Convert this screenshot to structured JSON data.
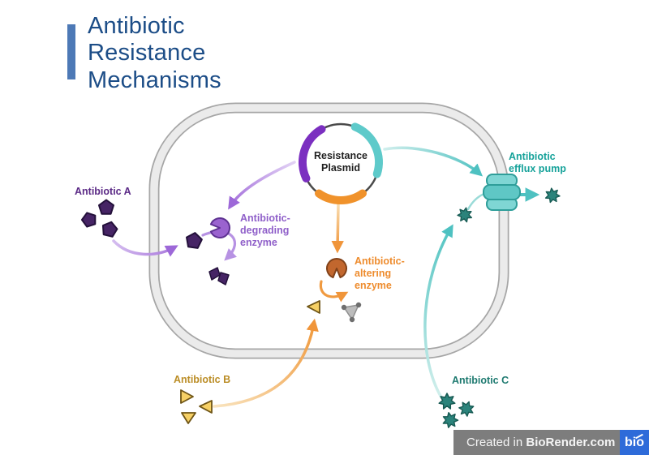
{
  "title": {
    "text": "Antibiotic Resistance Mechanisms"
  },
  "plasmid": {
    "label": "Resistance Plasmid"
  },
  "labels": {
    "antibiotic_a": "Antibiotic A",
    "antibiotic_b": "Antibiotic B",
    "antibiotic_c": "Antibiotic C",
    "degrading_enzyme": "Antibiotic-degrading enzyme",
    "altering_enzyme": "Antibiotic-altering enzyme",
    "efflux_pump": "Antibiotic efflux pump"
  },
  "shapes": {
    "antibiotic_a_molecule": "dark-purple-pentagon",
    "antibiotic_b_molecule": "yellow-triangle",
    "antibiotic_c_molecule": "teal-star",
    "degraded_antibiotic": "purple-fragments",
    "altered_antibiotic": "gray-molecule-triangle",
    "degrading_enzyme": "purple-pacman-circle",
    "altering_enzyme": "orange-pacman-circle",
    "efflux_pump": "teal-membrane-barrel",
    "cell": "gray-rounded-membrane",
    "plasmid": "circle-with-purple-teal-orange-gene-arcs"
  },
  "colors": {
    "title_text": "#1c4d87",
    "title_bar": "#4d79b6",
    "purple_mechanism": "#8f5fc9",
    "orange_mechanism": "#ee8c2e",
    "teal_mechanism": "#16a29a",
    "antibiotic_a_label": "#5b2a86",
    "antibiotic_b_label": "#bb8d26",
    "antibiotic_c_label": "#1e7a70",
    "membrane": "#a6a6a6",
    "watermark_bg": "#7d7d7d",
    "logo_blue": "#2e6bd9"
  },
  "watermark": {
    "prefix": "Created in ",
    "brand": "BioRender.com",
    "logo_text": "bio"
  }
}
